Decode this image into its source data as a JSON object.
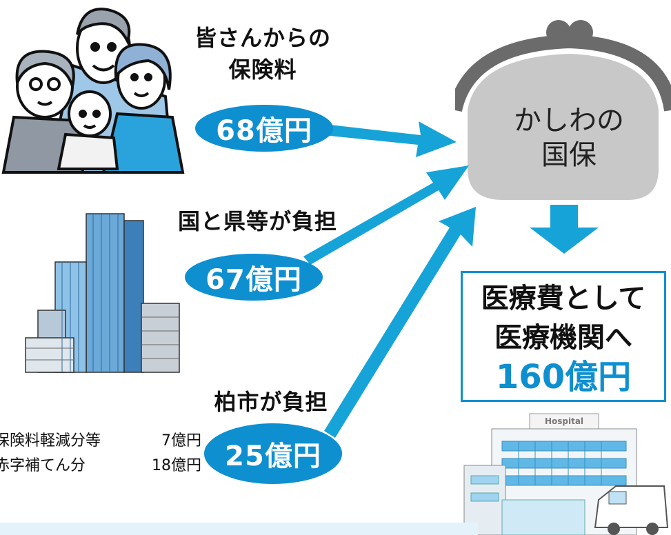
{
  "sources": [
    {
      "label_lines": [
        "皆さんからの",
        "保険料"
      ],
      "amount": "68億円"
    },
    {
      "label_lines": [
        "国と県等が負担"
      ],
      "amount": "67億円"
    },
    {
      "label_lines": [
        "柏市が負担"
      ],
      "amount": "25億円"
    }
  ],
  "city_breakdown": [
    {
      "item": "保険料軽減分等",
      "amount": "7億円"
    },
    {
      "item": "赤字補てん分",
      "amount": "18億円"
    }
  ],
  "purse": {
    "line1": "かしわの",
    "line2": "国保"
  },
  "result": {
    "line1": "医療費として",
    "line2": "医療機関へ",
    "amount": "160億円"
  },
  "hospital_sign": "Hospital",
  "colors": {
    "accent": "#0e8fd0",
    "arrow": "#16a3d8",
    "purse": "#c8c8c8"
  }
}
